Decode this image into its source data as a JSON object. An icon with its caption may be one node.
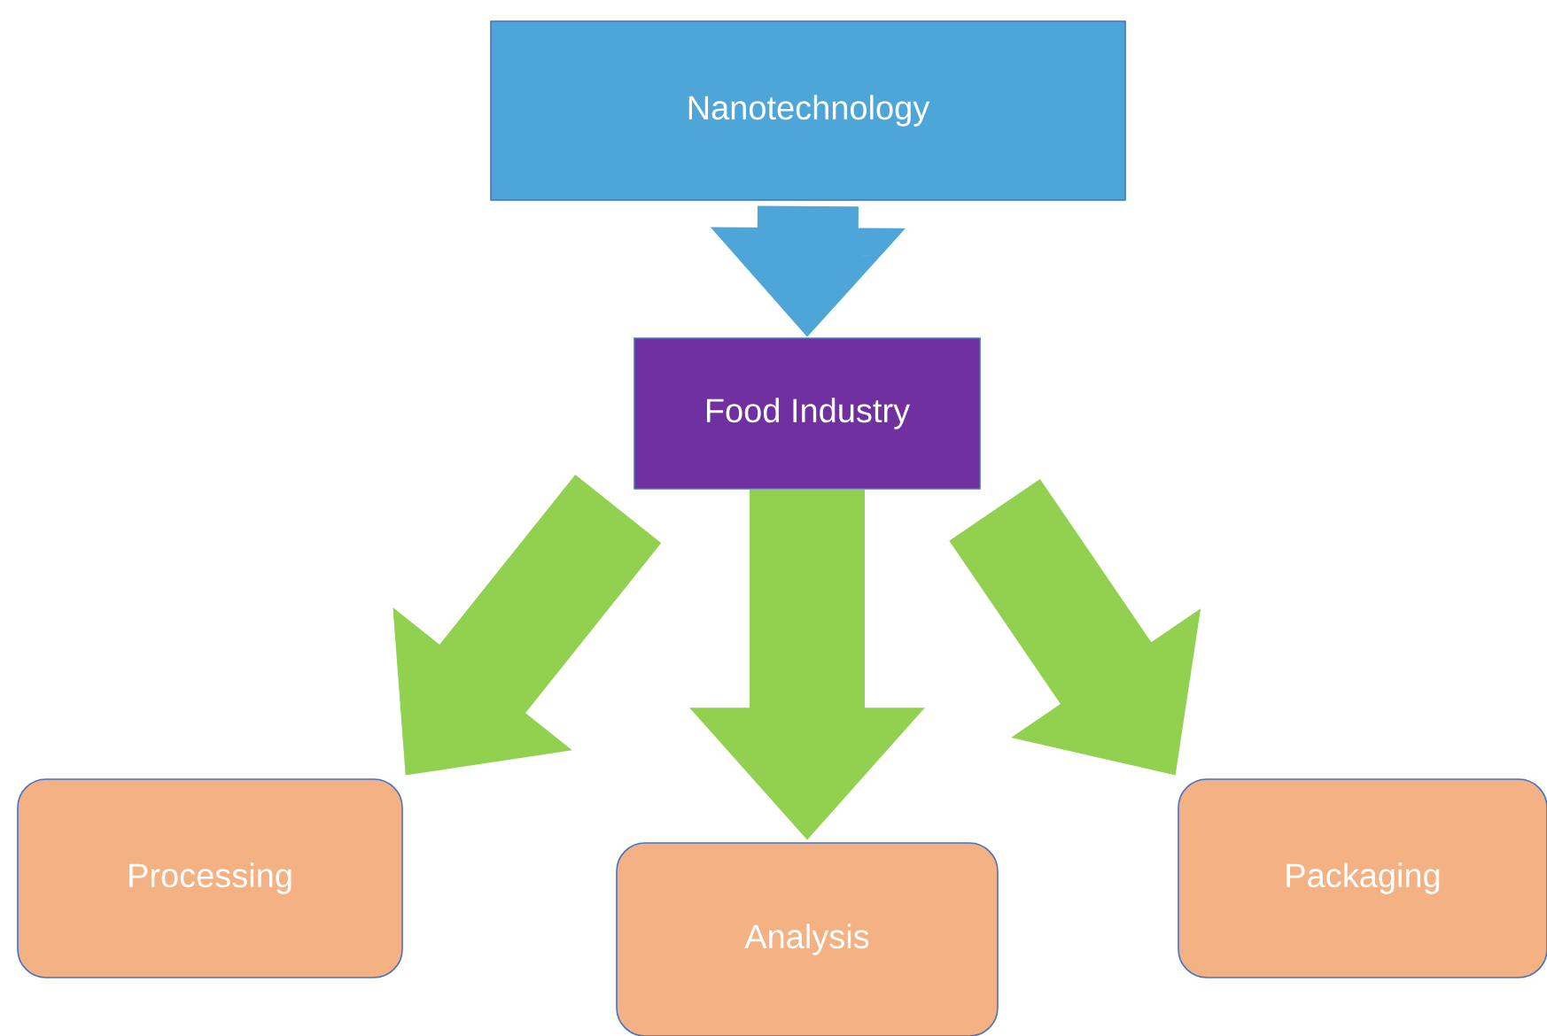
{
  "diagram": {
    "nodes": [
      {
        "text": [
          "Nanotechnology"
        ]
      },
      {
        "text": [
          "Food Industry"
        ]
      },
      {
        "text": [
          "Processing"
        ]
      },
      {
        "text": [
          "Analysis"
        ]
      },
      {
        "text": [
          "Packaging"
        ]
      }
    ],
    "edges": [
      {
        "from": 0,
        "to": 1,
        "arrow": "to",
        "color": "#4ea6d8"
      },
      {
        "from": 1,
        "to": 2,
        "arrow": "to"
      },
      {
        "from": 1,
        "to": 3,
        "arrow": "to"
      },
      {
        "from": 1,
        "to": 4,
        "arrow": "to"
      }
    ]
  }
}
